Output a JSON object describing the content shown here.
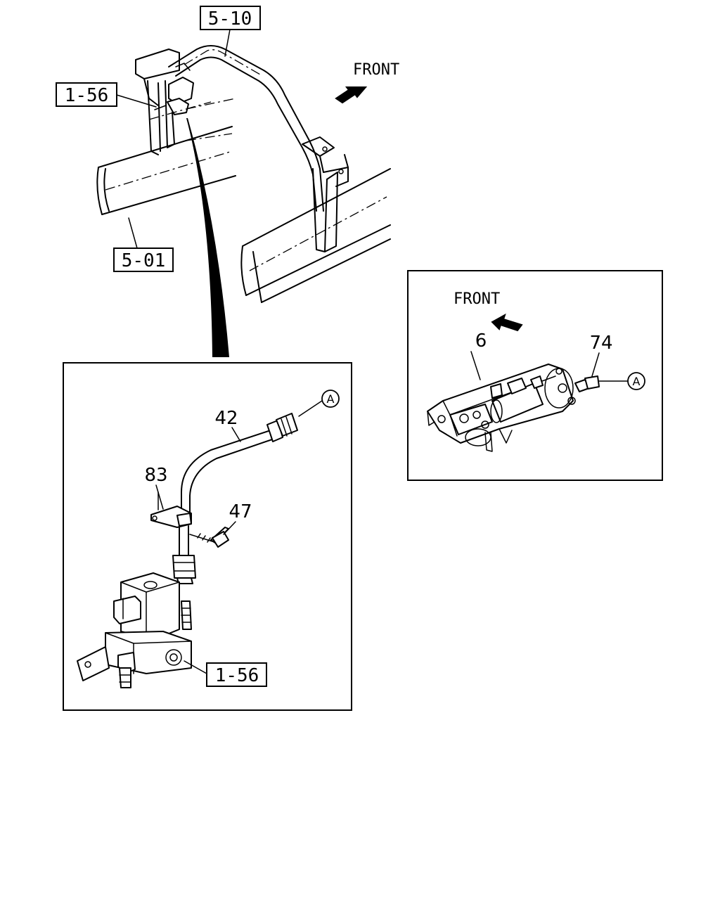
{
  "refs": {
    "r_5_10": "5-10",
    "r_1_56_top": "1-56",
    "r_5_01": "5-01",
    "r_1_56_bottom": "1-56"
  },
  "directions": {
    "front_top": "FRONT",
    "front_inset": "FRONT"
  },
  "part_numbers": {
    "p42": "42",
    "p83": "83",
    "p47": "47",
    "p6": "6",
    "p74": "74"
  },
  "connectors": {
    "a_left": "A",
    "a_right": "A"
  }
}
